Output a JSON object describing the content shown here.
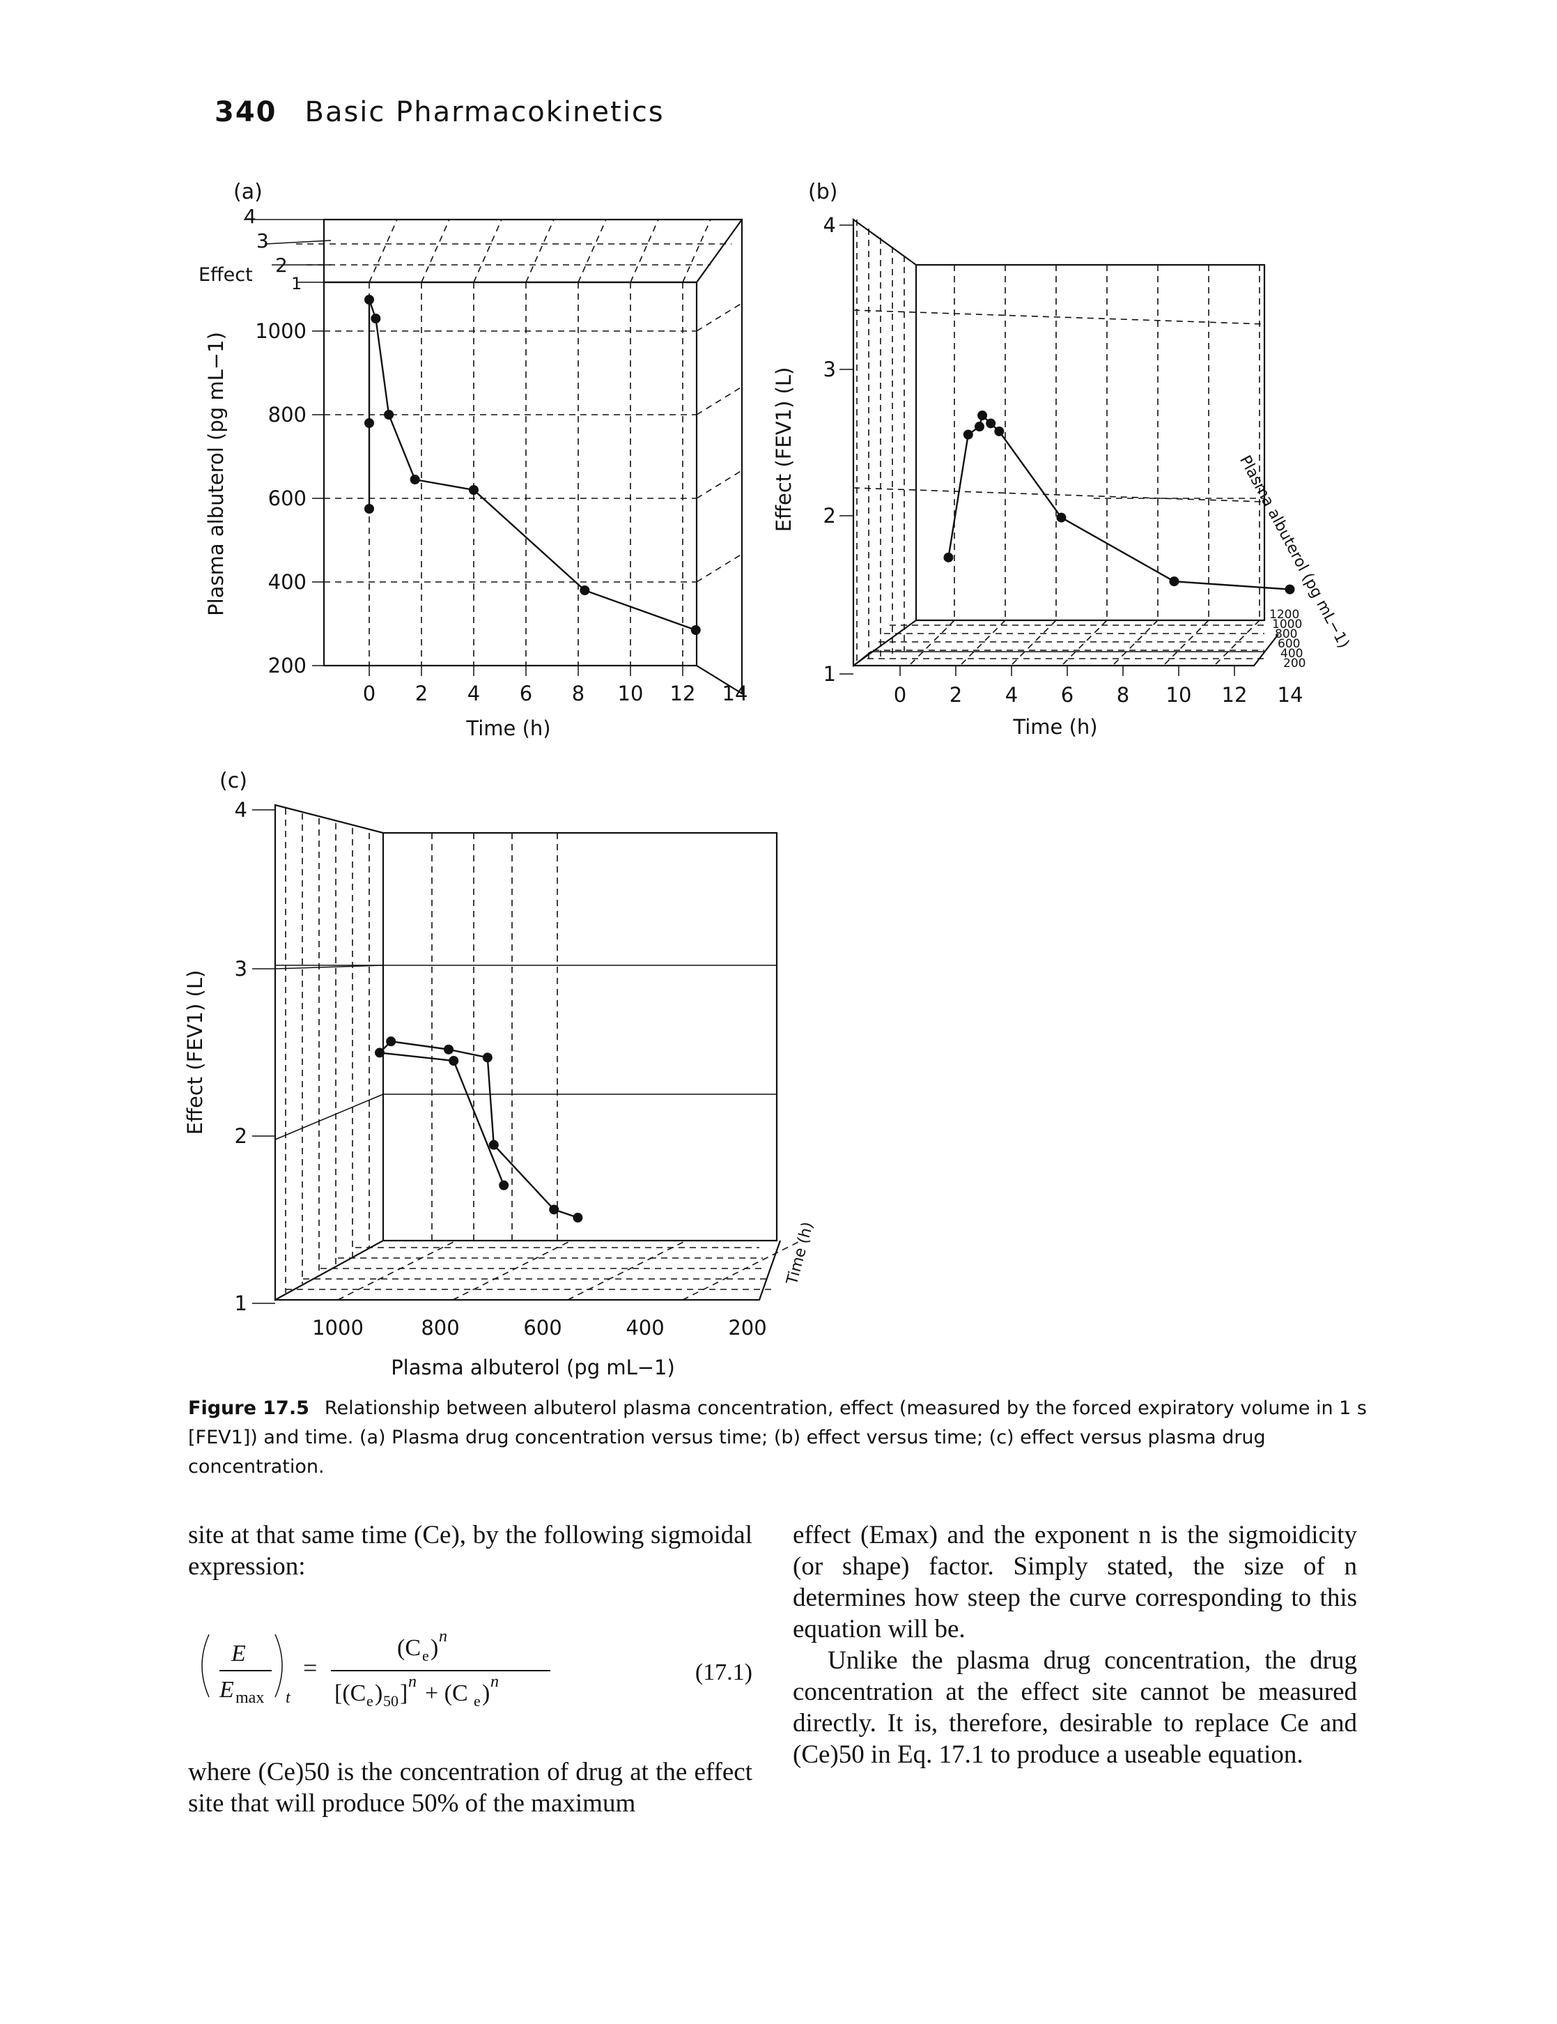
{
  "page": {
    "number": "340",
    "running_title": "Basic Pharmacokinetics"
  },
  "figure": {
    "label": "Figure 17.5",
    "caption": "Relationship between albuterol plasma concentration, effect (measured by the forced expiratory volume in 1 s [FEV1]) and time. (a) Plasma drug concentration versus time; (b) effect versus time; (c) effect versus plasma drug concentration."
  },
  "chart_data": [
    {
      "panel": "(a)",
      "type": "line",
      "xlabel": "Time (h)",
      "ylabel": "Plasma albuterol (pg mL−1)",
      "zlabel": "Effect",
      "x_ticks": [
        "0",
        "2",
        "4",
        "6",
        "8",
        "10",
        "12",
        "14"
      ],
      "y_ticks": [
        "200",
        "400",
        "600",
        "800",
        "1000"
      ],
      "z_ticks": [
        "1",
        "2",
        "3",
        "4"
      ],
      "xlim": [
        -1,
        14
      ],
      "ylim": [
        200,
        1100
      ],
      "grid": true,
      "x": [
        0,
        0,
        0,
        0.25,
        0.75,
        1.75,
        4,
        8.25,
        12.5
      ],
      "values": [
        575,
        780,
        1075,
        1030,
        800,
        645,
        620,
        380,
        285
      ]
    },
    {
      "panel": "(b)",
      "type": "line",
      "xlabel": "Time (h)",
      "ylabel": "Effect (FEV1) (L)",
      "zlabel": "Plasma albuterol (pg mL−1)",
      "x_ticks": [
        "0",
        "2",
        "4",
        "6",
        "8",
        "10",
        "12",
        "14"
      ],
      "y_ticks": [
        "1",
        "2",
        "3",
        "4"
      ],
      "z_ticks": [
        "1200",
        "1000",
        "800",
        "600",
        "400",
        "200"
      ],
      "grid": true,
      "x": [
        0.9,
        1.6,
        2.0,
        2.1,
        2.4,
        2.7,
        4.9,
        8.9,
        13.0
      ],
      "values": [
        1.73,
        2.5,
        2.55,
        2.62,
        2.57,
        2.52,
        1.98,
        1.58,
        1.53
      ]
    },
    {
      "panel": "(c)",
      "type": "line",
      "xlabel": "Plasma albuterol (pg mL−1)",
      "ylabel": "Effect (FEV1) (L)",
      "zlabel": "Time (h)",
      "x_ticks": [
        "1000",
        "800",
        "600",
        "400",
        "200"
      ],
      "y_ticks": [
        "1",
        "2",
        "3",
        "4"
      ],
      "grid": true,
      "x": [
        580,
        780,
        1075,
        1030,
        800,
        645,
        620,
        380,
        285
      ],
      "values": [
        1.73,
        2.5,
        2.55,
        2.62,
        2.57,
        2.52,
        1.98,
        1.58,
        1.53
      ]
    }
  ],
  "text": {
    "left_p1": "site at that same time (Ce), by the following sigmoidal expression:",
    "equation_number": "(17.1)",
    "left_p2": "where (Ce)50 is the concentration of drug at the effect site that will produce 50% of the maximum",
    "right_p1": "effect (Emax) and the exponent n is the sigmoidicity (or shape) factor. Simply stated, the size of n determines how steep the curve corresponding to this equation will be.",
    "right_p2": "Unlike the plasma drug concentration, the drug concentration at the effect site cannot be measured directly. It is, therefore, desirable to replace Ce and (Ce)50 in Eq. 17.1 to produce a useable equation."
  }
}
